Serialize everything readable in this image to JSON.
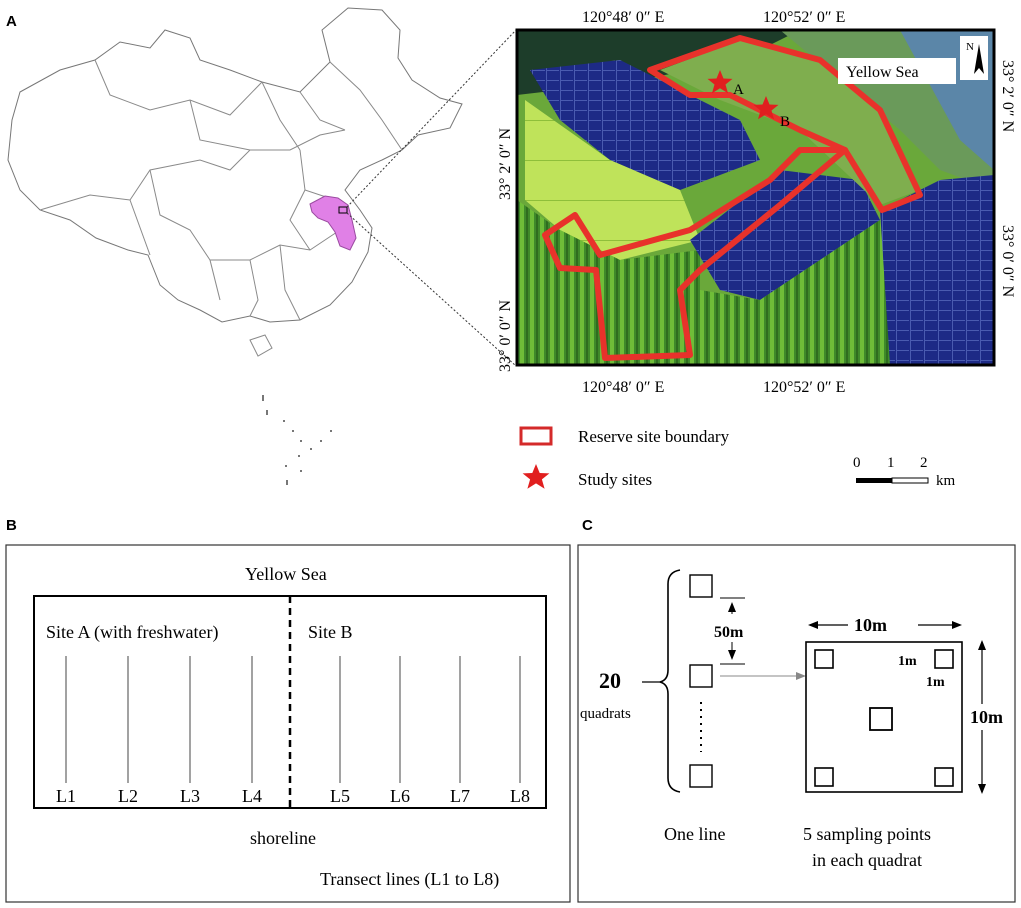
{
  "panels": {
    "a": "A",
    "b": "B",
    "c": "C"
  },
  "map": {
    "coords_top": [
      "120°48′ 0″ E",
      "120°52′ 0″ E"
    ],
    "coords_bottom": [
      "120°48′ 0″ E",
      "120°52′ 0″ E"
    ],
    "coords_left": [
      "33° 2′ 0″ N",
      "33° 0′ 0″ N"
    ],
    "coords_right": [
      "33° 2′ 0″ N",
      "33° 0′ 0″ N"
    ],
    "sea_label": "Yellow Sea",
    "north": "N",
    "site_a": "A",
    "site_b": "B",
    "colors": {
      "boundary": "#e8322b",
      "star": "#e11f1f",
      "province": "#e080e6"
    }
  },
  "legend": {
    "boundary": "Reserve site boundary",
    "sites": "Study sites",
    "scale_ticks": [
      "0",
      "1",
      "2"
    ],
    "scale_unit": "km"
  },
  "transect": {
    "sea": "Yellow Sea",
    "site_a": "Site A  (with freshwater)",
    "site_b": "Site B",
    "lines": [
      "L1",
      "L2",
      "L3",
      "L4",
      "L5",
      "L6",
      "L7",
      "L8"
    ],
    "shoreline": "shoreline",
    "caption": "Transect lines (L1 to L8)"
  },
  "quadrat": {
    "count": "20",
    "count_label": "quadrats",
    "spacing": "50m",
    "width": "10m",
    "height": "10m",
    "small_w": "1m",
    "small_h": "1m",
    "line_label": "One line",
    "points_label_1": "5 sampling points",
    "points_label_2": "in each quadrat"
  }
}
